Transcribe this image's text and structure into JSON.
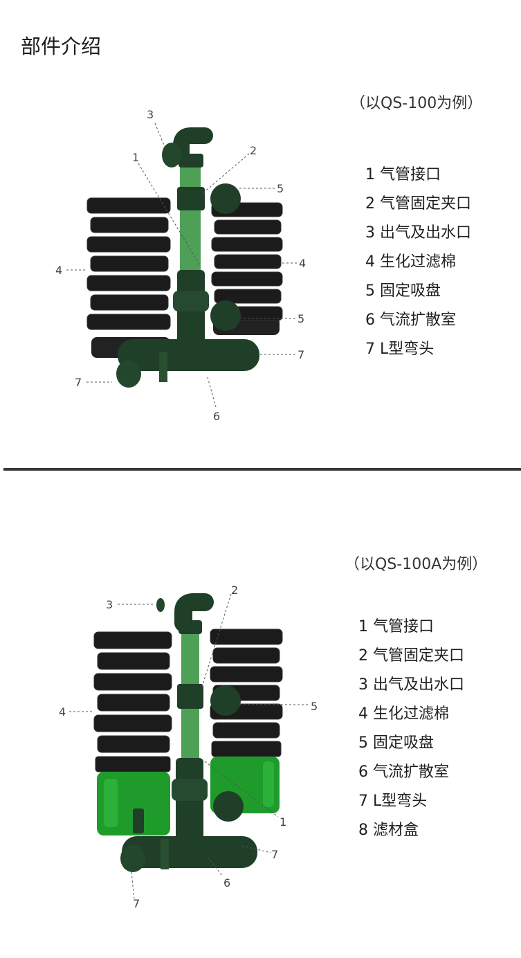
{
  "section_title": "部件介绍",
  "sections": [
    {
      "model_note": "（以QS-100为例）",
      "parts": [
        {
          "num": "1",
          "name": "气管接口"
        },
        {
          "num": "2",
          "name": "气管固定夹口"
        },
        {
          "num": "3",
          "name": "出气及出水口"
        },
        {
          "num": "4",
          "name": "生化过滤棉"
        },
        {
          "num": "5",
          "name": "固定吸盘"
        },
        {
          "num": "6",
          "name": "气流扩散室"
        },
        {
          "num": "7",
          "name": "L型弯头"
        }
      ],
      "callouts": [
        "1",
        "2",
        "3",
        "4",
        "4",
        "5",
        "5",
        "6",
        "7",
        "7"
      ]
    },
    {
      "model_note": "（以QS-100A为例）",
      "parts": [
        {
          "num": "1",
          "name": "气管接口"
        },
        {
          "num": "2",
          "name": "气管固定夹口"
        },
        {
          "num": "3",
          "name": "出气及出水口"
        },
        {
          "num": "4",
          "name": "生化过滤棉"
        },
        {
          "num": "5",
          "name": "固定吸盘"
        },
        {
          "num": "6",
          "name": "气流扩散室"
        },
        {
          "num": "7",
          "name": "L型弯头"
        },
        {
          "num": "8",
          "name": "滤材盒"
        }
      ],
      "callouts": [
        "1",
        "2",
        "3",
        "4",
        "5",
        "6",
        "7",
        "7"
      ]
    }
  ],
  "colors": {
    "sponge": "#1b1b1b",
    "sponge_edge": "#333333",
    "pipe_green": "#1f3f28",
    "tube_green": "#2f8f3a",
    "box_green": "#1e9b2a",
    "divider": "#3a3a3a"
  }
}
